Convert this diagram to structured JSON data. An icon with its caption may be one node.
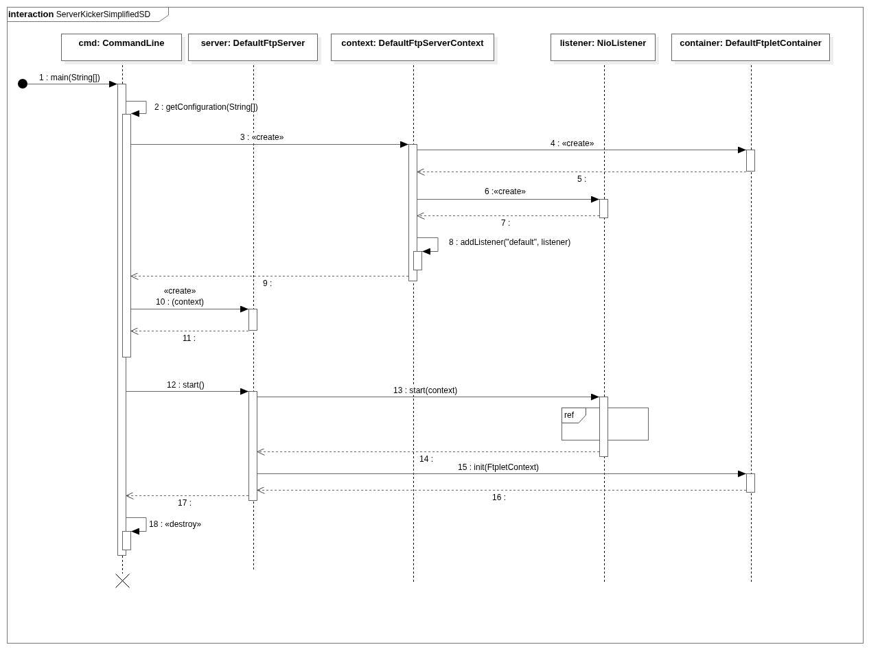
{
  "diagram": {
    "nodes": [
      {
        "text": [
          "**interaction** ServerKickerSimplifiedSD"
        ]
      },
      {
        "text": [
          "cmd: CommandLine"
        ],
        "in": 0
      },
      {
        "text": [
          "server: DefaultFtpServer"
        ],
        "in": 0
      },
      {
        "text": [
          "context: DefaultFtpServerContext"
        ],
        "in": 0
      },
      {
        "text": [
          "listener: NioListener"
        ],
        "in": 0
      },
      {
        "text": [
          "container: DefaultFtpletContainer"
        ],
        "in": 0
      },
      {
        "text": [],
        "shape": "circle",
        "in": 0
      },
      {
        "text": [],
        "shape": "bar",
        "in": 0
      },
      {
        "text": [],
        "shape": "bar",
        "in": 0
      },
      {
        "text": [],
        "shape": "bar",
        "in": 0
      },
      {
        "text": [],
        "shape": "bar",
        "in": 0
      },
      {
        "text": [],
        "shape": "bar",
        "in": 0
      },
      {
        "text": [],
        "shape": "bar",
        "in": 0
      },
      {
        "text": [],
        "shape": "bar",
        "in": 0
      },
      {
        "text": [],
        "shape": "bar",
        "in": 0
      },
      {
        "text": [],
        "shape": "bar",
        "in": 0
      },
      {
        "text": [
          "ref"
        ],
        "in": 0
      },
      {
        "text": [],
        "shape": "bar",
        "in": 0
      },
      {
        "text": [],
        "shape": "bar",
        "in": 0
      },
      {
        "text": [],
        "shape": "cross",
        "in": 0
      }
    ],
    "edges": [
      {
        "from": 6,
        "to": 7,
        "arrow": "to",
        "label": "1 : main(String[])"
      },
      {
        "from": 7,
        "to": 8,
        "arrow": "to",
        "label": "2 : getConfiguration(String[])"
      },
      {
        "from": 8,
        "to": 9,
        "arrow": "to",
        "label": "3 : «create»"
      },
      {
        "from": 9,
        "to": 10,
        "arrow": "to",
        "label": "4 : «create»"
      },
      {
        "from": 10,
        "to": 9,
        "arrow": "to",
        "label": "5 :",
        "style": "dashed"
      },
      {
        "from": 9,
        "to": 11,
        "arrow": "to",
        "label": "6 :«create»"
      },
      {
        "from": 11,
        "to": 9,
        "arrow": "to",
        "label": "7 :",
        "style": "dashed"
      },
      {
        "from": 9,
        "to": 12,
        "arrow": "to",
        "label": "8 : addListener(\"default\", listener)"
      },
      {
        "from": 9,
        "to": 8,
        "arrow": "to",
        "label": "9 :",
        "style": "dashed"
      },
      {
        "from": 8,
        "to": 13,
        "arrow": "to",
        "label": "«create» 10 : (context)"
      },
      {
        "from": 13,
        "to": 8,
        "arrow": "to",
        "label": "11 :",
        "style": "dashed"
      },
      {
        "from": 7,
        "to": 14,
        "arrow": "to",
        "label": "12 : start()"
      },
      {
        "from": 14,
        "to": 15,
        "arrow": "to",
        "label": "13 : start(context)"
      },
      {
        "from": 15,
        "to": 14,
        "arrow": "to",
        "label": "14 :",
        "style": "dashed"
      },
      {
        "from": 14,
        "to": 17,
        "arrow": "to",
        "label": "15 : init(FtpletContext)"
      },
      {
        "from": 17,
        "to": 14,
        "arrow": "to",
        "label": "16 :",
        "style": "dashed"
      },
      {
        "from": 14,
        "to": 7,
        "arrow": "to",
        "label": "17 :",
        "style": "dashed"
      },
      {
        "from": 7,
        "to": 18,
        "arrow": "to",
        "label": "18 : «destroy»"
      },
      {
        "from": 1,
        "to": 7,
        "arrow": "none",
        "style": "dashed",
        "color": "#000000"
      },
      {
        "from": 7,
        "to": 19,
        "arrow": "none",
        "style": "dashed",
        "color": "#000000"
      }
    ]
  }
}
